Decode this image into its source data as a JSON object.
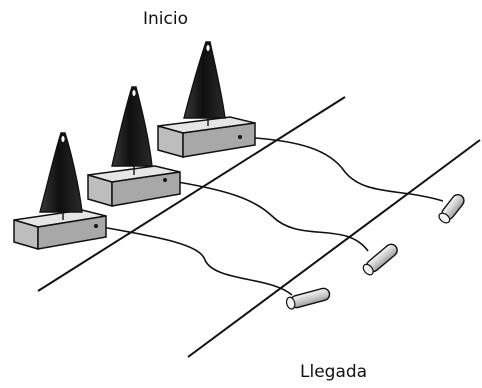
{
  "labels": {
    "start": "Inicio",
    "finish": "Llegada"
  },
  "colors": {
    "line": "#111111",
    "box_top": "#e8e8e8",
    "box_front": "#bdbdbd",
    "box_side": "#9a9a9a",
    "sail": "#1a1a1a",
    "buoy_body": "#d4d4d4",
    "buoy_cap": "#f2f2f2"
  },
  "diagram": {
    "boats": 3,
    "buoys": 3
  }
}
